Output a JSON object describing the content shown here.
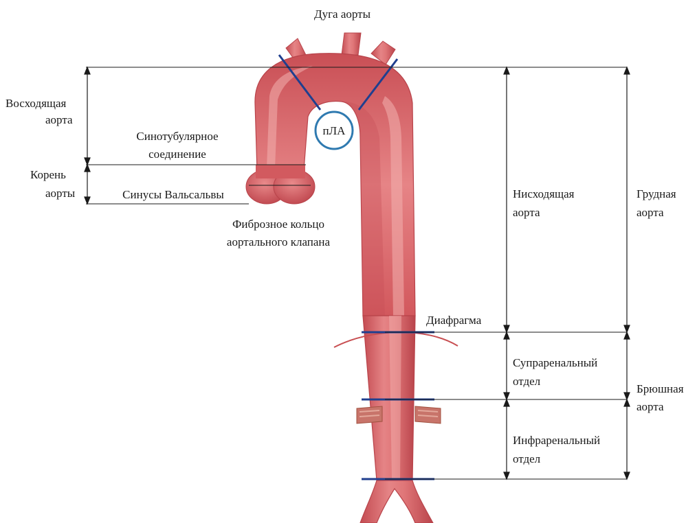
{
  "labels": {
    "arch": "Дуга аорты",
    "ascending_1": "Восходящая",
    "ascending_2": "аорта",
    "root_1": "Корень",
    "root_2": "аорты",
    "stj_1": "Синотубулярное",
    "stj_2": "соединение",
    "sinuses": "Синусы Вальсальвы",
    "annulus_1": "Фиброзное кольцо",
    "annulus_2": "аортального клапана",
    "pa": "пЛА",
    "descending_1": "Нисходящая",
    "descending_2": "аорта",
    "thoracic_1": "Грудная",
    "thoracic_2": "аорта",
    "diaphragm": "Диафрагма",
    "suprarenal_1": "Супраренальный",
    "suprarenal_2": "отдел",
    "abdominal_1": "Брюшная",
    "abdominal_2": "аорта",
    "infrarenal_1": "Инфраренальный",
    "infrarenal_2": "отдел"
  },
  "colors": {
    "aorta": "#d65a5e",
    "aorta_highlight": "#f0a3a2",
    "aorta_shadow": "#b8434a",
    "marker": "#1f3f8f",
    "pa_ring": "#2f7ab0",
    "guide_line": "#1a1a1a",
    "renal_branch": "#c8746a"
  }
}
